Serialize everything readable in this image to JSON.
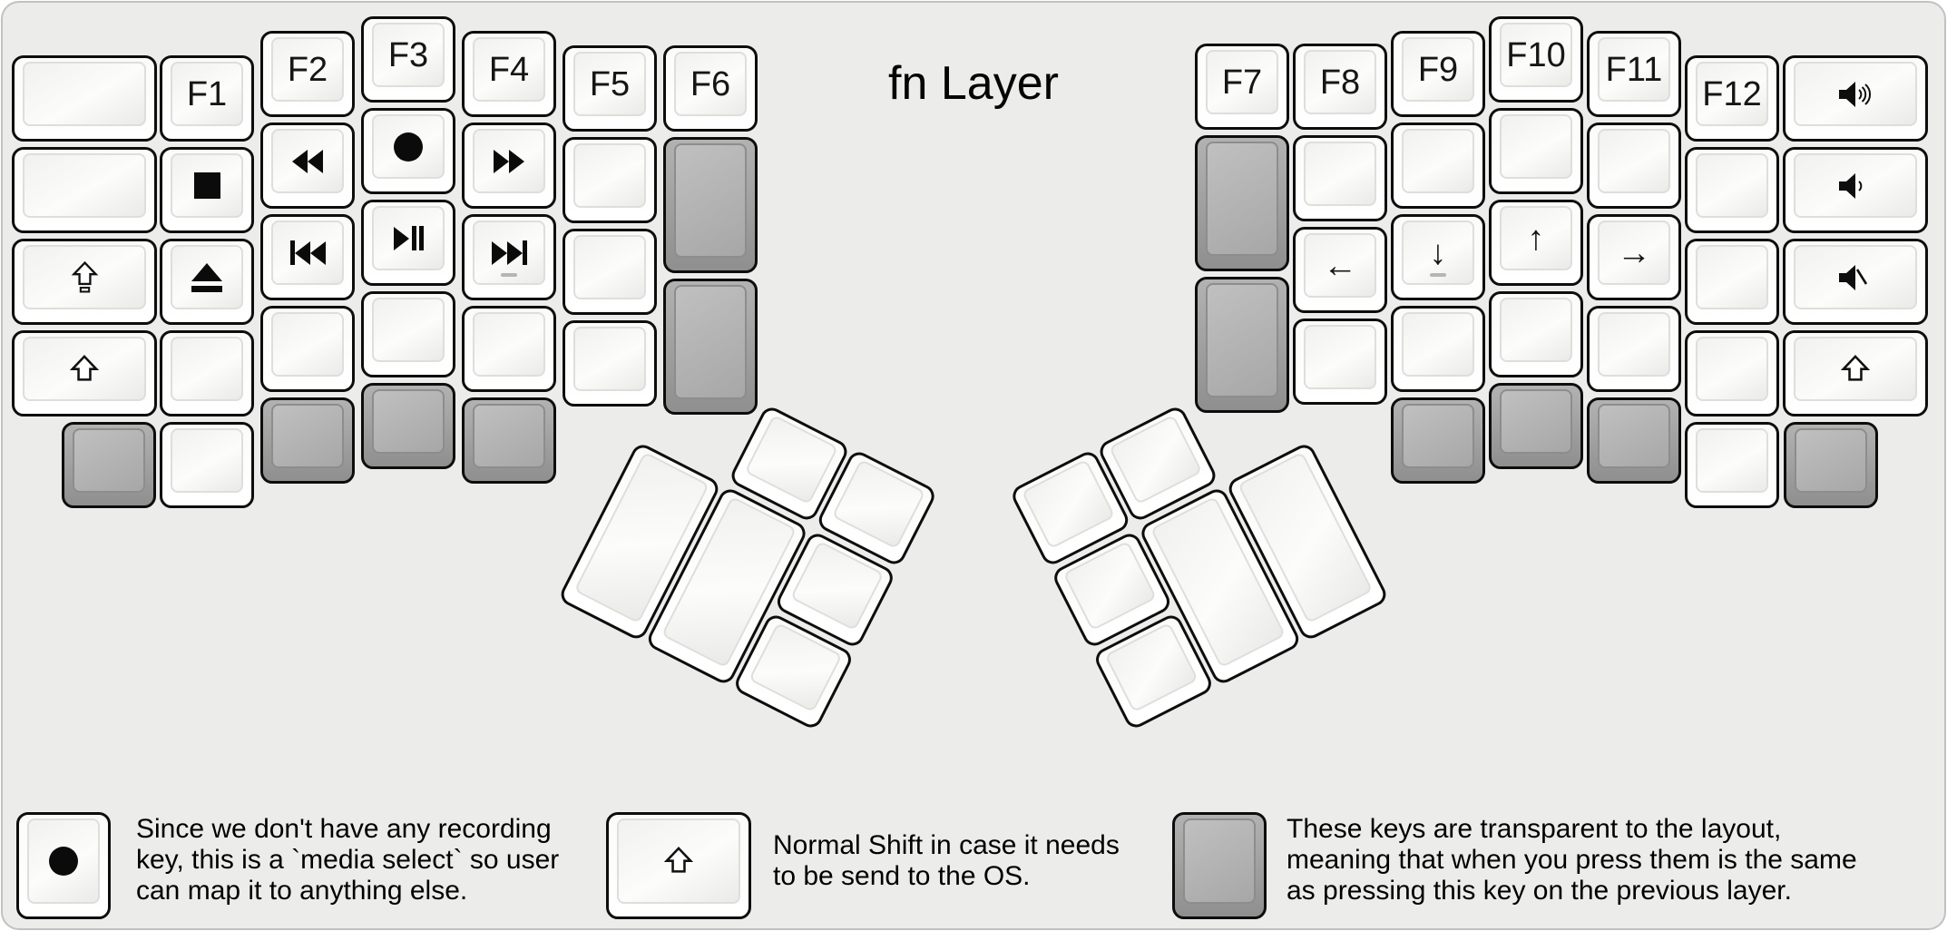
{
  "title": "fn Layer",
  "colors": {
    "panel_bg": "#ececeb",
    "white_key": "#ffffff",
    "transparent_key_grey": "#a3a3a3",
    "key_outline": "#0d0d0d"
  },
  "keys": [
    {
      "id": "l-c0-r0",
      "name": "blank-key",
      "label": "",
      "type": "white"
    },
    {
      "id": "l-c0-r1",
      "name": "blank-key",
      "label": "",
      "type": "white"
    },
    {
      "id": "l-c0-r2",
      "name": "caps-shift-key",
      "icon": "caps-shift-icon",
      "type": "white"
    },
    {
      "id": "l-c0-r3",
      "name": "shift-key",
      "icon": "shift-icon",
      "type": "white"
    },
    {
      "id": "l-bot-0",
      "name": "transparent-key",
      "label": "",
      "type": "transparent"
    },
    {
      "id": "l-c1-r0",
      "name": "f1-key",
      "label": "F1",
      "type": "white"
    },
    {
      "id": "l-c1-r1",
      "name": "stop-key",
      "icon": "stop-icon",
      "type": "white"
    },
    {
      "id": "l-c1-r2",
      "name": "eject-key",
      "icon": "eject-icon",
      "type": "white"
    },
    {
      "id": "l-c1-r3",
      "name": "blank-key",
      "label": "",
      "type": "white"
    },
    {
      "id": "l-c1-r4",
      "name": "blank-key",
      "label": "",
      "type": "white"
    },
    {
      "id": "l-c2-r0",
      "name": "f2-key",
      "label": "F2",
      "type": "white"
    },
    {
      "id": "l-c2-r1",
      "name": "rewind-key",
      "icon": "rewind-icon",
      "type": "white"
    },
    {
      "id": "l-c2-r2",
      "name": "prev-track-key",
      "icon": "prev-track-icon",
      "type": "white"
    },
    {
      "id": "l-c2-r3",
      "name": "blank-key",
      "label": "",
      "type": "white"
    },
    {
      "id": "l-c2-r4",
      "name": "transparent-key",
      "label": "",
      "type": "transparent"
    },
    {
      "id": "l-c3-r0",
      "name": "f3-key",
      "label": "F3",
      "type": "white"
    },
    {
      "id": "l-c3-r1",
      "name": "record-key",
      "icon": "record-icon",
      "type": "white"
    },
    {
      "id": "l-c3-r2",
      "name": "play-pause-key",
      "icon": "play-pause-icon",
      "type": "white"
    },
    {
      "id": "l-c3-r3",
      "name": "blank-key",
      "label": "",
      "type": "white"
    },
    {
      "id": "l-c3-r4",
      "name": "transparent-key",
      "label": "",
      "type": "transparent"
    },
    {
      "id": "l-c4-r0",
      "name": "f4-key",
      "label": "F4",
      "type": "white"
    },
    {
      "id": "l-c4-r1",
      "name": "fast-forward-key",
      "icon": "fast-forward-icon",
      "type": "white"
    },
    {
      "id": "l-c4-r2",
      "name": "next-track-key",
      "icon": "next-track-icon",
      "type": "white",
      "homing": true
    },
    {
      "id": "l-c4-r3",
      "name": "blank-key",
      "label": "",
      "type": "white"
    },
    {
      "id": "l-c4-r4",
      "name": "transparent-key",
      "label": "",
      "type": "transparent"
    },
    {
      "id": "l-c5-r0",
      "name": "f5-key",
      "label": "F5",
      "type": "white"
    },
    {
      "id": "l-c5-r1",
      "name": "blank-key",
      "label": "",
      "type": "white"
    },
    {
      "id": "l-c5-r2",
      "name": "blank-key",
      "label": "",
      "type": "white"
    },
    {
      "id": "l-c5-r3",
      "name": "blank-key",
      "label": "",
      "type": "white"
    },
    {
      "id": "l-c6-r0",
      "name": "f6-key",
      "label": "F6",
      "type": "white"
    },
    {
      "id": "l-c6-t1",
      "name": "transparent-key",
      "label": "",
      "type": "transparent"
    },
    {
      "id": "l-c6-t2",
      "name": "transparent-key",
      "label": "",
      "type": "transparent"
    },
    {
      "id": "tl-1",
      "name": "thumb-key",
      "label": "",
      "type": "white"
    },
    {
      "id": "tl-2",
      "name": "thumb-key",
      "label": "",
      "type": "white"
    },
    {
      "id": "tl-3",
      "name": "thumb-key",
      "label": "",
      "type": "white"
    },
    {
      "id": "tl-4",
      "name": "thumb-key",
      "label": "",
      "type": "white"
    },
    {
      "id": "tl-5",
      "name": "thumb-key",
      "label": "",
      "type": "white"
    },
    {
      "id": "tl-6",
      "name": "thumb-key",
      "label": "",
      "type": "white"
    },
    {
      "id": "r-c7-r0",
      "name": "f7-key",
      "label": "F7",
      "type": "white"
    },
    {
      "id": "r-c7-t1",
      "name": "transparent-key",
      "label": "",
      "type": "transparent"
    },
    {
      "id": "r-c7-t2",
      "name": "transparent-key",
      "label": "",
      "type": "transparent"
    },
    {
      "id": "r-c8-r0",
      "name": "f8-key",
      "label": "F8",
      "type": "white"
    },
    {
      "id": "r-c8-r1",
      "name": "blank-key",
      "label": "",
      "type": "white"
    },
    {
      "id": "r-c8-r2",
      "name": "arrow-left-key",
      "label": "←",
      "type": "white",
      "arrow": true
    },
    {
      "id": "r-c8-r3",
      "name": "blank-key",
      "label": "",
      "type": "white"
    },
    {
      "id": "r-c9-r0",
      "name": "f9-key",
      "label": "F9",
      "type": "white"
    },
    {
      "id": "r-c9-r1",
      "name": "blank-key",
      "label": "",
      "type": "white"
    },
    {
      "id": "r-c9-r2",
      "name": "arrow-down-key",
      "label": "↓",
      "type": "white",
      "arrow": true,
      "homing": true
    },
    {
      "id": "r-c9-r3",
      "name": "blank-key",
      "label": "",
      "type": "white"
    },
    {
      "id": "r-c9-r4",
      "name": "transparent-key",
      "label": "",
      "type": "transparent"
    },
    {
      "id": "r-c10-r0",
      "name": "f10-key",
      "label": "F10",
      "type": "white"
    },
    {
      "id": "r-c10-r1",
      "name": "blank-key",
      "label": "",
      "type": "white"
    },
    {
      "id": "r-c10-r2",
      "name": "arrow-up-key",
      "label": "↑",
      "type": "white",
      "arrow": true
    },
    {
      "id": "r-c10-r3",
      "name": "blank-key",
      "label": "",
      "type": "white"
    },
    {
      "id": "r-c10-r4",
      "name": "transparent-key",
      "label": "",
      "type": "transparent"
    },
    {
      "id": "r-c11-r0",
      "name": "f11-key",
      "label": "F11",
      "type": "white"
    },
    {
      "id": "r-c11-r1",
      "name": "blank-key",
      "label": "",
      "type": "white"
    },
    {
      "id": "r-c11-r2",
      "name": "arrow-right-key",
      "label": "→",
      "type": "white",
      "arrow": true
    },
    {
      "id": "r-c11-r3",
      "name": "blank-key",
      "label": "",
      "type": "white"
    },
    {
      "id": "r-c11-r4",
      "name": "transparent-key",
      "label": "",
      "type": "transparent"
    },
    {
      "id": "r-c12-r0",
      "name": "f12-key",
      "label": "F12",
      "type": "white"
    },
    {
      "id": "r-c12-r1",
      "name": "blank-key",
      "label": "",
      "type": "white"
    },
    {
      "id": "r-c12-r2",
      "name": "blank-key",
      "label": "",
      "type": "white"
    },
    {
      "id": "r-c12-r3",
      "name": "blank-key",
      "label": "",
      "type": "white"
    },
    {
      "id": "r-c12-r4",
      "name": "blank-key",
      "label": "",
      "type": "white"
    },
    {
      "id": "r-co-r0",
      "name": "volume-up-key",
      "icon": "volume-up-icon",
      "type": "white"
    },
    {
      "id": "r-co-r1",
      "name": "volume-down-key",
      "icon": "volume-down-icon",
      "type": "white"
    },
    {
      "id": "r-co-r2",
      "name": "mute-key",
      "icon": "mute-icon",
      "type": "white"
    },
    {
      "id": "r-co-r3",
      "name": "shift-key",
      "icon": "shift-icon",
      "type": "white"
    },
    {
      "id": "r-bot-0",
      "name": "transparent-key",
      "label": "",
      "type": "transparent"
    },
    {
      "id": "tr-1",
      "name": "thumb-key",
      "label": "",
      "type": "white"
    },
    {
      "id": "tr-2",
      "name": "thumb-key",
      "label": "",
      "type": "white"
    },
    {
      "id": "tr-3",
      "name": "thumb-key",
      "label": "",
      "type": "white"
    },
    {
      "id": "tr-4",
      "name": "thumb-key",
      "label": "",
      "type": "white"
    },
    {
      "id": "tr-5",
      "name": "thumb-key",
      "label": "",
      "type": "white"
    },
    {
      "id": "tr-6",
      "name": "thumb-key",
      "label": "",
      "type": "white"
    }
  ],
  "legend": {
    "items": [
      {
        "icon": "record-key-icon",
        "lines": [
          "Since we don't have any recording",
          "key, this is a `media select` so user",
          "can map it to anything else."
        ]
      },
      {
        "icon": "shift-key-icon",
        "lines": [
          "Normal Shift in case it needs",
          "to be send to the OS."
        ]
      },
      {
        "icon": "transparent-key-icon",
        "lines": [
          "These keys are transparent to the layout,",
          "meaning that when you press them is the same",
          "as pressing this key on the previous layer."
        ]
      }
    ]
  }
}
